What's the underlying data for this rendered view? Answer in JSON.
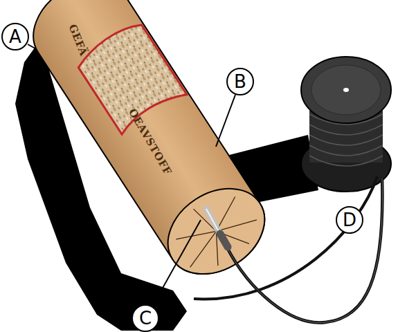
{
  "diagram": {
    "labels": [
      "A",
      "GEFÄ",
      "OEAVSTOFF",
      "B",
      "C",
      "D"
    ]
  }
}
